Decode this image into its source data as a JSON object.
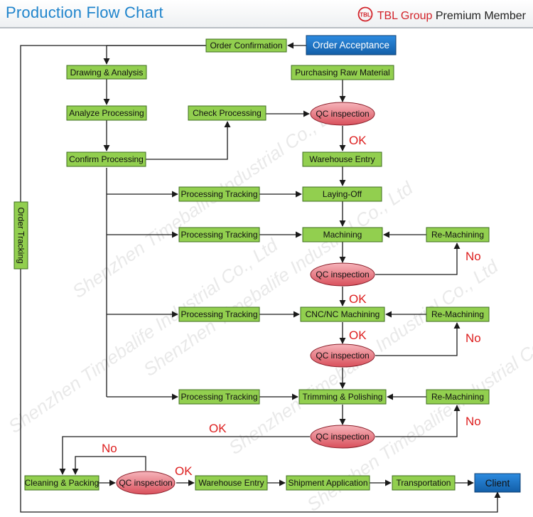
{
  "header": {
    "title": "Production Flow Chart",
    "brand_prefix": "TBL Group",
    "brand_suffix": "Premium Member",
    "logo_text": "TBL"
  },
  "watermark": "Shenzhen Timebalife Industrial Co., Ltd",
  "colors": {
    "green_box": "#92cf4f",
    "blue_box": "#1e78c8",
    "oval": "#e46d77",
    "arrow": "#1a1a1a",
    "label_red": "#dd1e1e",
    "title_blue": "#1f84cc"
  },
  "nodes": {
    "order_acceptance": "Order Acceptance",
    "order_confirmation": "Order Confirmation",
    "drawing_analysis": "Drawing & Analysis",
    "purchasing_raw": "Purchasing Raw Material",
    "analyze_processing": "Analyze Processing",
    "check_processing": "Check Processing",
    "qc1": "QC inspection",
    "confirm_processing": "Confirm Processing",
    "warehouse_entry_1": "Warehouse Entry",
    "pt1": "Processing Tracking",
    "laying_off": "Laying-Off",
    "pt2": "Processing Tracking",
    "machining": "Machining",
    "remach1": "Re-Machining",
    "qc2": "QC inspection",
    "pt3": "Processing Tracking",
    "cnc": "CNC/NC Machining",
    "remach2": "Re-Machining",
    "qc3": "QC inspection",
    "pt4": "Processing Tracking",
    "trimming": "Trimming & Polishing",
    "remach3": "Re-Machining",
    "qc4": "QC inspection",
    "cleaning": "Cleaning & Packing",
    "qc5": "QC inspection",
    "warehouse_entry_2": "Warehouse Entry",
    "shipment": "Shipment Application",
    "transportation": "Transportation",
    "client": "Client",
    "order_tracking": "Order Tracking"
  },
  "labels": {
    "ok1": "OK",
    "no1": "No",
    "ok2": "OK",
    "ok3": "OK",
    "no2": "No",
    "ok4": "OK",
    "no3": "No",
    "no4": "No",
    "ok5": "OK"
  }
}
